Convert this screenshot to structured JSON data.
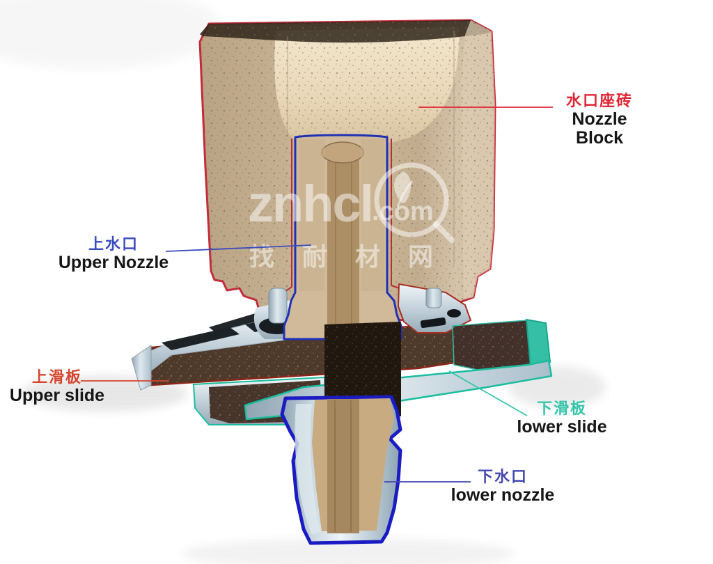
{
  "labels": {
    "nozzle_block": {
      "zh": "水口座砖",
      "en": "Nozzle Block"
    },
    "upper_nozzle": {
      "zh": "上水口",
      "en": "Upper Nozzle"
    },
    "upper_slide": {
      "zh": "上滑板",
      "en": "Upper slide"
    },
    "lower_slide": {
      "zh": "下滑板",
      "en": "lower slide"
    },
    "lower_nozzle": {
      "zh": "下水口",
      "en": "lower nozzle"
    }
  },
  "watermark": {
    "brand": "znhcl",
    "tld": ".com",
    "cjk_chars": [
      "找",
      "耐",
      "材",
      "网"
    ]
  },
  "colors": {
    "nozzle_block_outline": "#c22c3a",
    "upper_nozzle_outline": "#2030b4",
    "upper_slide_outline": "#8a2418",
    "lower_slide_outline": "#19bd9e",
    "lower_nozzle_outline": "#1b1bc4",
    "nozzle_block_label": "#e02535",
    "upper_nozzle_label": "#3a4cc0",
    "upper_slide_label": "#d5452e",
    "lower_slide_label": "#35c5aa",
    "lower_nozzle_label": "#4348b0",
    "english_text": "#161616"
  }
}
